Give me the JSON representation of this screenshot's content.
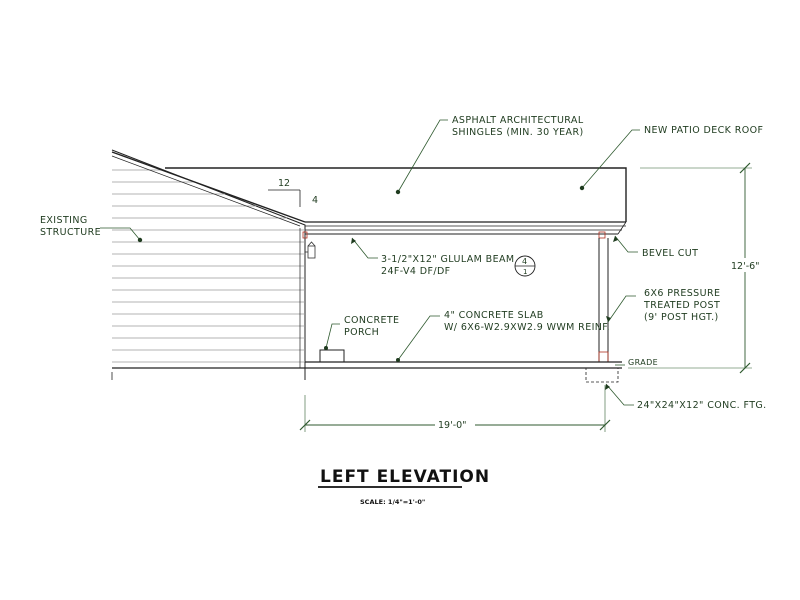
{
  "labels": {
    "shingles_line1": "ASPHALT ARCHITECTURAL",
    "shingles_line2": "SHINGLES (MIN. 30 YEAR)",
    "roof": "NEW PATIO DECK ROOF",
    "existing_line1": "EXISTING",
    "existing_line2": "STRUCTURE",
    "pitch_run": "12",
    "pitch_rise": "4",
    "beam_line1": "3-1/2\"X12\" GLULAM BEAM",
    "beam_line2": "24F-V4 DF/DF",
    "detail_num": "4",
    "detail_sheet": "1",
    "bevel": "BEVEL CUT",
    "height_dim": "12'-6\"",
    "post_line1": "6X6 PRESSURE",
    "post_line2": "TREATED POST",
    "post_line3": "(9' POST HGT.)",
    "porch_line1": "CONCRETE",
    "porch_line2": "PORCH",
    "slab_line1": "4\" CONCRETE SLAB",
    "slab_line2": "W/ 6X6-W2.9XW2.9 WWM REINF.",
    "grade": "GRADE",
    "footing": "24\"X24\"X12\" CONC. FTG.",
    "width_dim": "19'-0\""
  },
  "title": "LEFT ELEVATION",
  "scale": "SCALE: 1/4\"=1'-0\"",
  "colors": {
    "annotation": "#1f3b1f",
    "linework": "#222222",
    "siding": "#9a9a9a",
    "beam_marker": "#b03020"
  }
}
